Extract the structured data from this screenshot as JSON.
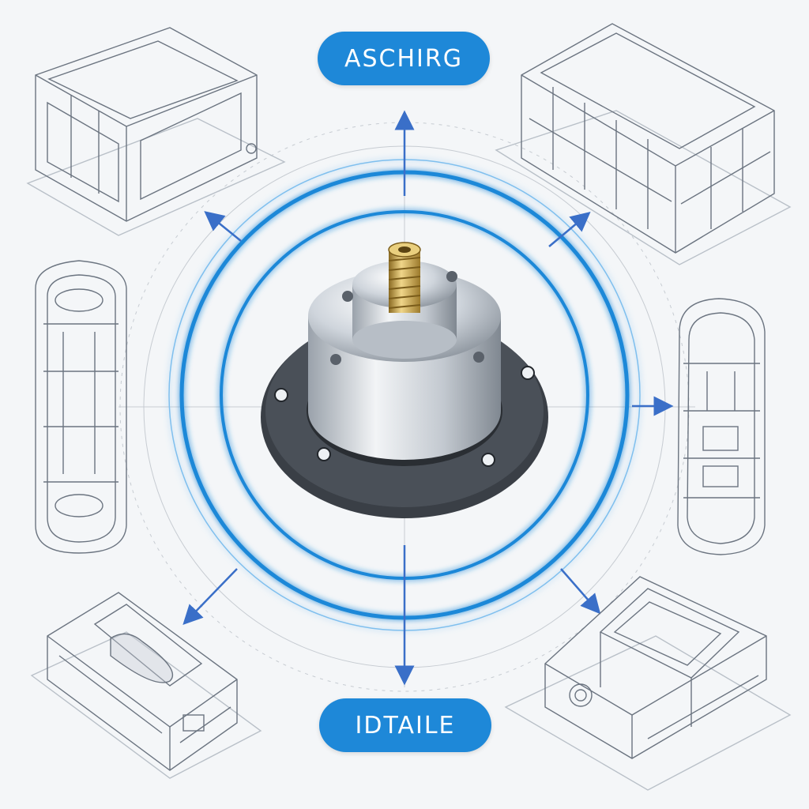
{
  "labels": {
    "top": "ASCHIRG",
    "bottom": "IDTAILE"
  },
  "colors": {
    "background": "#f4f6f8",
    "accent_blue": "#1e88d8",
    "arrow_blue": "#3a6fc8",
    "sketch_line": "#6b7480",
    "brass": "#c9a24a",
    "metal": "#cfd5dc",
    "flange_dark": "#3a3f46"
  },
  "components": [
    {
      "name": "enclosure-box-top-left"
    },
    {
      "name": "enclosure-box-top-right"
    },
    {
      "name": "tubular-housing-left"
    },
    {
      "name": "tubular-housing-right"
    },
    {
      "name": "module-bottom-left"
    },
    {
      "name": "frame-module-bottom-right"
    }
  ]
}
